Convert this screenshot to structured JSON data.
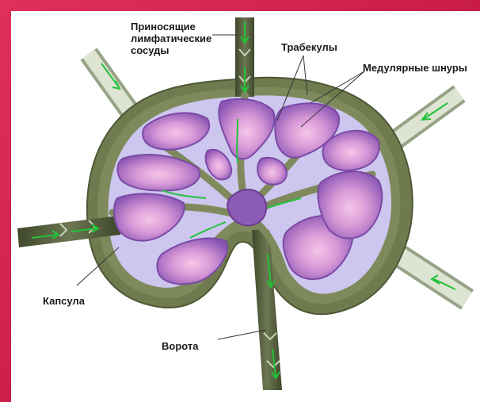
{
  "labels": {
    "afferent_line1": "Приносящие",
    "afferent_line2": "лимфатические",
    "afferent_line3": "сосуды",
    "trabeculae": "Трабекулы",
    "medullary_cords": "Медулярные шнуры",
    "capsule": "Капсула",
    "hilum": "Ворота"
  },
  "colors": {
    "frame": "#d9234f",
    "capsule": "#6e7a4e",
    "capsule_light": "#a4ad86",
    "sinus": "#c9c3ec",
    "cord": "#8c5bb5",
    "cord_light": "#f0bfe4",
    "vessel": "#c8d3bb",
    "arrow": "#22c23a"
  }
}
